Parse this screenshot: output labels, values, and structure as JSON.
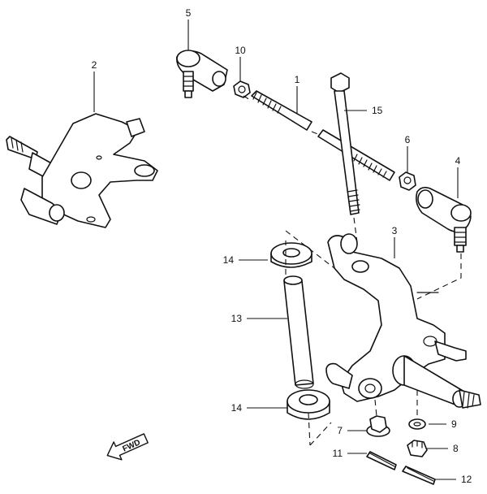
{
  "callouts": {
    "c1": "1",
    "c2": "2",
    "c3": "3",
    "c4": "4",
    "c5": "5",
    "c6": "6",
    "c7": "7",
    "c8": "8",
    "c9": "9",
    "c10": "10",
    "c11": "11",
    "c12": "12",
    "c13": "13",
    "c14a": "14",
    "c14b": "14",
    "c15": "15"
  },
  "fwd_label": "FWD"
}
